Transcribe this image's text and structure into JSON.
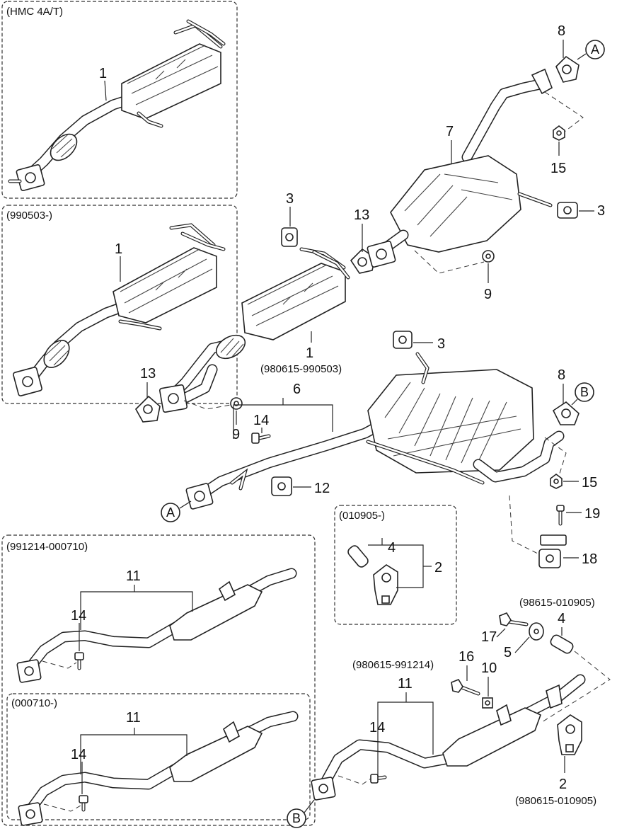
{
  "groups": {
    "g1": "(HMC 4A/T)",
    "g2": "(990503-)",
    "g3": "(010905-)",
    "g4": "(991214-000710)",
    "g5": "(000710-)",
    "g6": "(98615-010905)"
  },
  "ranges": {
    "r1": "(980615-990503)",
    "r2": "(980615-991214)",
    "r3": "(980615-010905)"
  },
  "connectors": {
    "a": "A",
    "b": "B"
  },
  "part_numbers": {
    "p1": "1",
    "p2": "2",
    "p3": "3",
    "p4": "4",
    "p5": "5",
    "p6": "6",
    "p7": "7",
    "p8": "8",
    "p9": "9",
    "p10": "10",
    "p11": "11",
    "p12": "12",
    "p13": "13",
    "p14": "14",
    "p15": "15",
    "p16": "16",
    "p17": "17",
    "p18": "18",
    "p19": "19"
  }
}
